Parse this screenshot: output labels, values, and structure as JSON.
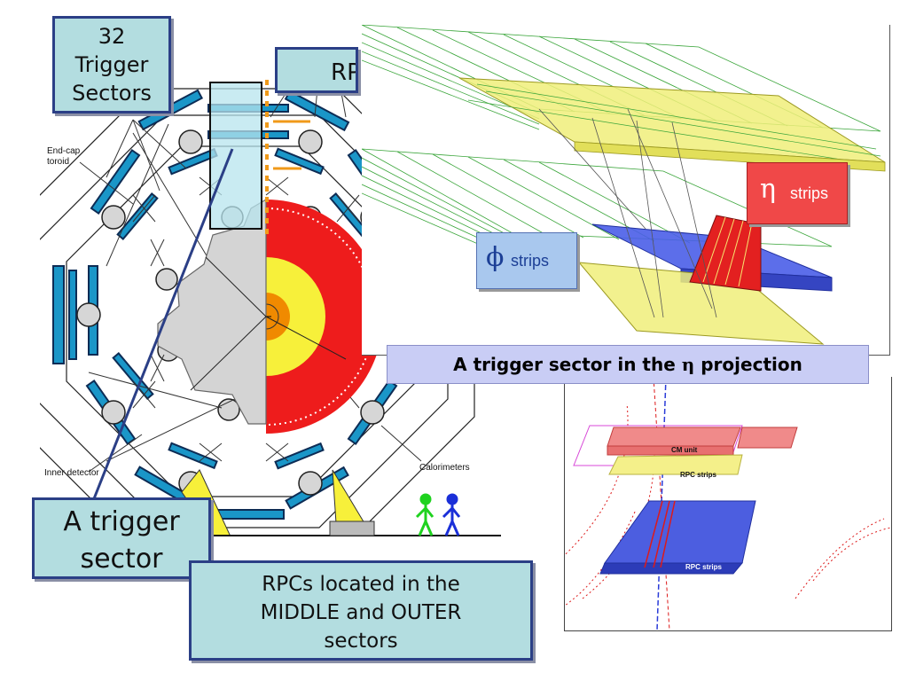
{
  "callouts": {
    "trigger_sectors": "32\nTrigger\nSectors",
    "rpc": "RP",
    "a_trigger_sector": "A trigger\nsector",
    "rpcs_located": "RPCs located in the\nMIDDLE and OUTER\nsectors"
  },
  "detector_labels": {
    "endcap_toroid": "End-cap\ntoroid",
    "inner_detector": "Inner detector",
    "calorimeters": "Calorimeters"
  },
  "sector_3d": {
    "eta_symbol": "η",
    "eta_label": "strips",
    "phi_symbol": "ϕ",
    "phi_label": "strips",
    "caption_text": "A trigger sector in the ",
    "caption_symbol": "η",
    "caption_bold": " projection"
  },
  "inset": {
    "cm_unit": "CM unit",
    "rpc_strips_top": "RPC strips",
    "rpc_strips_bottom": "RPC strips"
  },
  "colors": {
    "callout_fill": "#b3dde0",
    "callout_border": "#2b3f86",
    "eta_tag": "#f04848",
    "phi_tag": "#a9c8ee",
    "caption_fill": "#c9cdf5",
    "calorimeter_red": "#ee1c1c",
    "calorimeter_yellow": "#f7f03a",
    "calorimeter_orange": "#f08a00",
    "chamber_blue": "#1a96c8"
  }
}
